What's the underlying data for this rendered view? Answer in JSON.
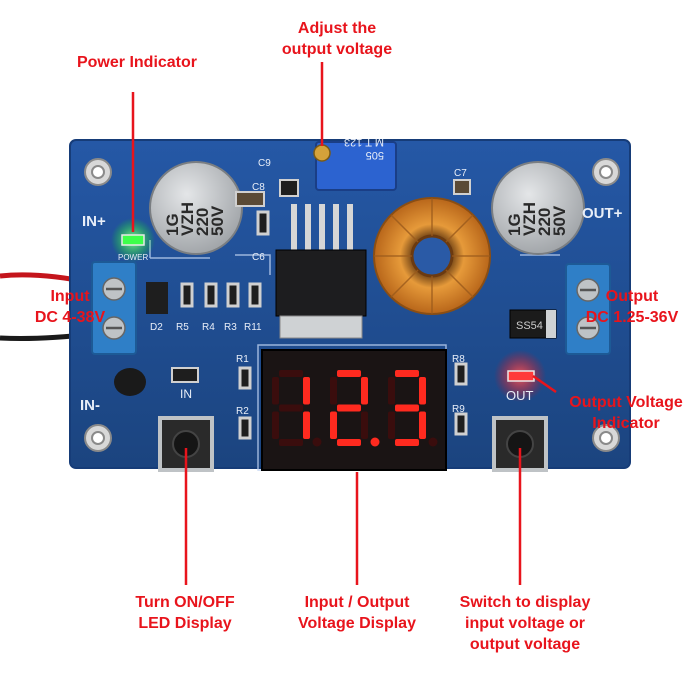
{
  "labels": {
    "adjust": [
      "Adjust the",
      "output voltage"
    ],
    "power": [
      "Power Indicator"
    ],
    "input": [
      "Input",
      "DC 4-38V"
    ],
    "output": [
      "Output",
      "DC 1.25-36V"
    ],
    "out_indicator": [
      "Output Voltage",
      "Indicator"
    ],
    "turn": [
      "Turn ON/OFF",
      "LED Display"
    ],
    "display": [
      "Input / Output",
      "Voltage Display"
    ],
    "switch": [
      "Switch to display",
      "input voltage or",
      "output voltage"
    ]
  },
  "board": {
    "in_plus": "IN+",
    "in_minus": "IN-",
    "out_plus": "OUT+",
    "power_silk": "POWER",
    "in_silk": "IN",
    "out_silk": "OUT",
    "cap_left": [
      "1G",
      "VZH",
      "220",
      "50V"
    ],
    "cap_right": [
      "1G",
      "VZH",
      "220",
      "50V"
    ],
    "pot_text": [
      "505",
      "M  T  123"
    ],
    "diode_text": "SS54",
    "display_value": "12.3",
    "refs": [
      "R5",
      "R4",
      "R3",
      "R11",
      "D2",
      "R1",
      "R2",
      "R8",
      "R9",
      "C6",
      "C7",
      "C8",
      "C9"
    ]
  },
  "colors": {
    "annotation": "#e8141c",
    "pcb": "#1f4e96",
    "pcb_edge": "#163c78",
    "terminal": "#2f7fc7",
    "cap_body": "#c4c6c8",
    "coil": "#d9801e",
    "segment_on": "#ff2a1f",
    "segment_off": "#3a0d0d",
    "led_green": "#3dff4a",
    "led_red": "#ff2222"
  }
}
